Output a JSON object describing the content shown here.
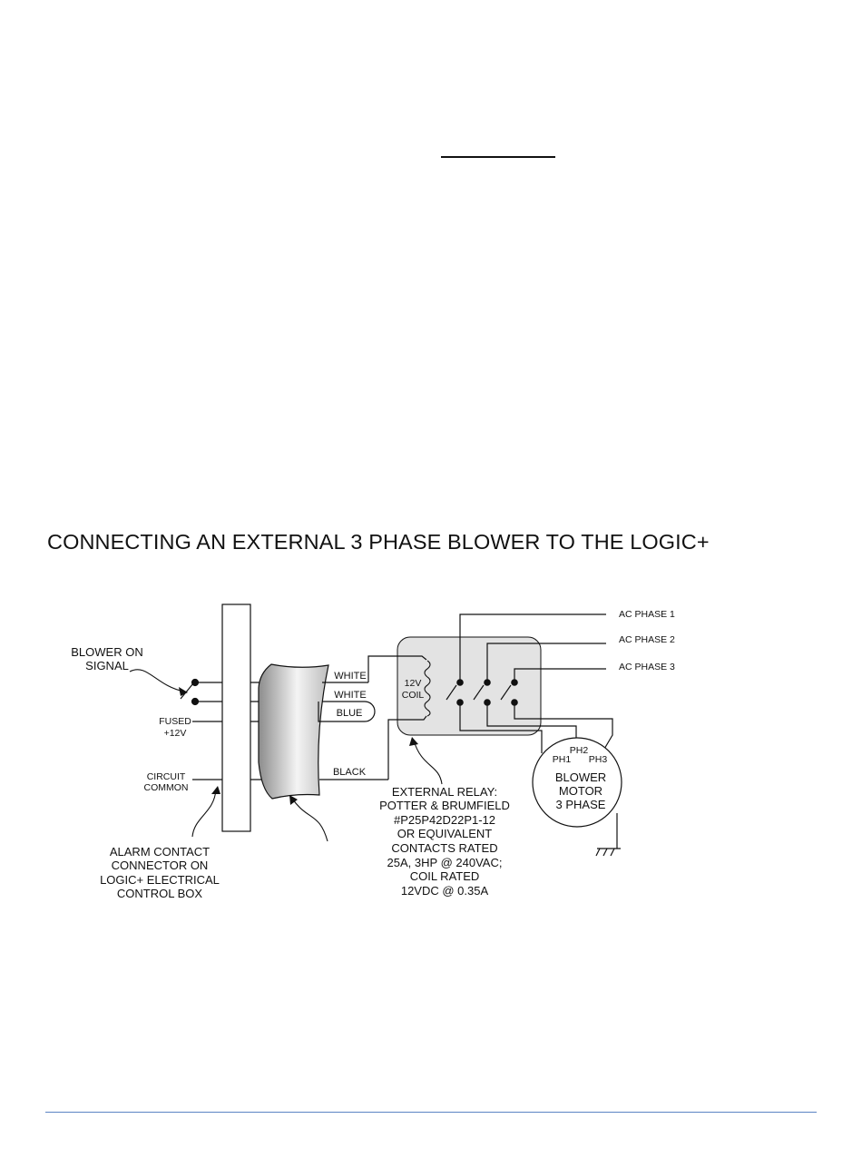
{
  "heading": "CONNECTING AN EXTERNAL 3 PHASE BLOWER TO THE LOGIC+",
  "labels": {
    "blower_on_signal": [
      "BLOWER ON",
      "SIGNAL"
    ],
    "fused_12v": [
      "FUSED",
      "+12V"
    ],
    "circuit_common": [
      "CIRCUIT",
      "COMMON"
    ],
    "alarm_connector": [
      "ALARM CONTACT",
      "CONNECTOR ON",
      "LOGIC+ ELECTRICAL",
      "CONTROL BOX"
    ],
    "wire_white_1": "WHITE",
    "wire_white_2": "WHITE",
    "wire_blue": "BLUE",
    "wire_black": "BLACK",
    "coil": [
      "12V",
      "COIL"
    ],
    "ac_phase_1": "AC PHASE 1",
    "ac_phase_2": "AC PHASE 2",
    "ac_phase_3": "AC PHASE 3",
    "ph1": "PH1",
    "ph2": "PH2",
    "ph3": "PH3",
    "blower_motor": [
      "BLOWER",
      "MOTOR",
      "3 PHASE"
    ],
    "external_relay": [
      "EXTERNAL RELAY:",
      "POTTER & BRUMFIELD",
      "#P25P42D22P1-12",
      "OR EQUIVALENT",
      "CONTACTS RATED",
      "25A, 3HP @ 240VAC;",
      "COIL RATED",
      "12VDC @ 0.35A"
    ]
  },
  "colors": {
    "line": "#111111",
    "relay_box_fill": "#e3e3e3",
    "footer_rule": "#5b84c4"
  }
}
